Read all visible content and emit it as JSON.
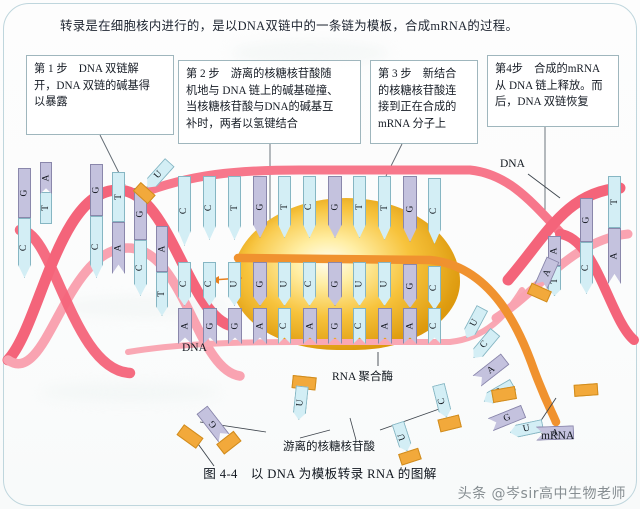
{
  "heading": "转录是在细胞核内进行的，是以DNA双链中的一条链为模板，合成mRNA的过程。",
  "steps": [
    {
      "id": "step1",
      "lines": [
        "第 1 步　DNA 双链解",
        "开，DNA 双链的碱基得",
        "以暴露"
      ]
    },
    {
      "id": "step2",
      "lines": [
        "第 2 步　游离的核糖核苷酸随",
        "机地与 DNA 链上的碱基碰撞、",
        "当核糖核苷酸与DNA的碱基互",
        "补时，两者以氢键结合"
      ]
    },
    {
      "id": "step3",
      "lines": [
        "第 3 步　新结合",
        "的核糖核苷酸连",
        "接到正在合成的",
        "mRNA 分子上"
      ]
    },
    {
      "id": "step4",
      "lines": [
        "第4步　合成的mRNA",
        "从 DNA 链上释放。而",
        "后，DNA 双链恢复"
      ]
    }
  ],
  "labels": {
    "dna_left": "DNA",
    "dna_right": "DNA",
    "polymerase": "RNA 聚合酶",
    "free_nucleotides": "游离的核糖核苷酸",
    "mrna": "mRNA"
  },
  "caption": "图 4-4　以 DNA 为模板转录 RNA 的图解",
  "watermark": "头条 @岑sir高中生物老师",
  "colors": {
    "dna_backbone": "#f4647a",
    "rna_backbone": "#f0922f",
    "polymerase": "#e09a12",
    "purine_base": "#c4c2de",
    "pyrimidine_base": "#d3eef5",
    "sugar": "#f2a93b",
    "page_border": "#bfd6dd"
  },
  "chart_data": {
    "type": "diagram",
    "title": "以 DNA 为模板转录 RNA 的图解",
    "dna_template_strand_open_region": [
      "C",
      "C",
      "T",
      "G",
      "T",
      "C",
      "G",
      "T",
      "T",
      "G",
      "C"
    ],
    "mrna_synthesized_in_bubble": [
      "C",
      "C",
      "U",
      "G",
      "U",
      "C",
      "G",
      "U",
      "U",
      "G",
      "C"
    ],
    "dna_coding_strand_open_region": [
      "A",
      "G",
      "G",
      "A",
      "C",
      "A",
      "G",
      "C",
      "A",
      "A",
      "C"
    ],
    "mrna_free_tail": [
      "U",
      "C",
      "A",
      "C",
      "G",
      "U",
      "A"
    ],
    "left_helix_pairs": [
      {
        "top": "G",
        "bottom": "C"
      },
      {
        "top": "T",
        "bottom": "A"
      },
      {
        "top": "G",
        "bottom": "C"
      },
      {
        "top": "T",
        "bottom": "A"
      },
      {
        "top": "G",
        "bottom": "C"
      },
      {
        "top": "A",
        "bottom": "T"
      }
    ],
    "right_helix_pairs": [
      {
        "top": "A",
        "bottom": "T"
      },
      {
        "top": "G",
        "bottom": "C"
      },
      {
        "top": "T",
        "bottom": "A"
      }
    ],
    "free_nucleotide_bases": [
      "U",
      "G",
      "U",
      "C",
      "U",
      "A",
      "A"
    ]
  }
}
